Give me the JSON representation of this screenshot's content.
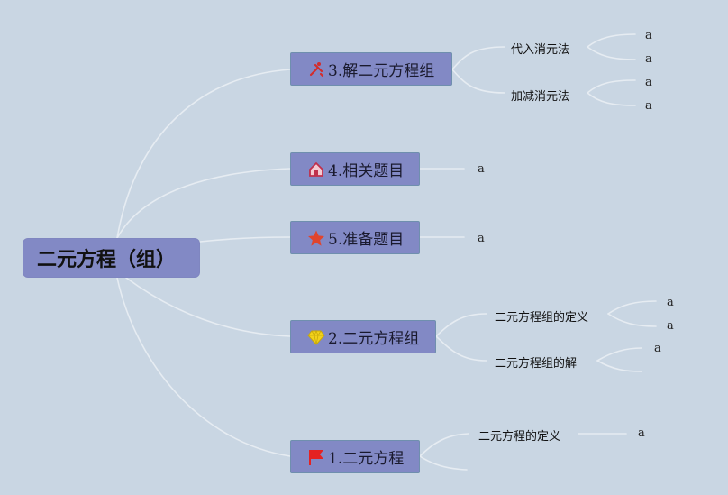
{
  "root": {
    "label": "二元方程（组）"
  },
  "branches": [
    {
      "label": "3.解二元方程组",
      "icon": "tools-icon",
      "children": [
        {
          "label": "代入消元法",
          "leaves": [
            "a",
            "a"
          ]
        },
        {
          "label": "加减消元法",
          "leaves": [
            "a",
            "a"
          ]
        }
      ]
    },
    {
      "label": "4.相关题目",
      "icon": "home-icon",
      "leaves": [
        "a"
      ]
    },
    {
      "label": "5.准备题目",
      "icon": "star-icon",
      "leaves": [
        "a"
      ]
    },
    {
      "label": "2.二元方程组",
      "icon": "diamond-icon",
      "children": [
        {
          "label": "二元方程组的定义",
          "leaves": [
            "a",
            "a"
          ]
        },
        {
          "label": "二元方程组的解",
          "leaves": [
            "a"
          ]
        }
      ]
    },
    {
      "label": "1.二元方程",
      "icon": "flag-icon",
      "children": [
        {
          "label": "二元方程的定义",
          "leaves": [
            "a"
          ]
        }
      ]
    }
  ],
  "colors": {
    "background": "#c9d6e3",
    "node_fill": "#8289c5",
    "connector": "#e6ecf2",
    "icon_tools": "#d22d2d",
    "icon_home": "#c0304d",
    "icon_star": "#e0452e",
    "icon_diamond": "#f2d21b",
    "icon_flag": "#e52222"
  }
}
